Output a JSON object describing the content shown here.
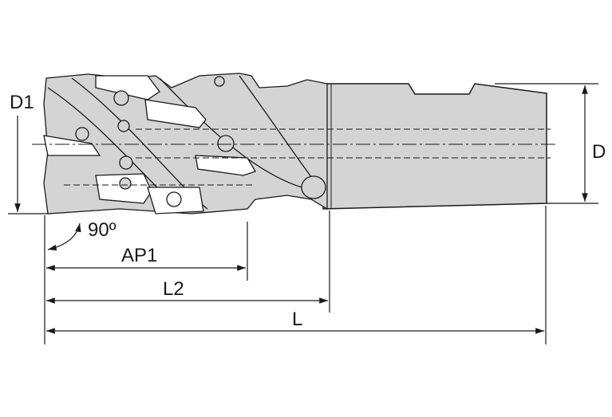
{
  "labels": {
    "d1": "D1",
    "d": "D",
    "angle": "90º",
    "ap1": "AP1",
    "l2": "L2",
    "l": "L"
  },
  "colors": {
    "body_fill": "#d4d4d4",
    "insert_fill": "#ffffff",
    "line": "#1a1a1a"
  }
}
